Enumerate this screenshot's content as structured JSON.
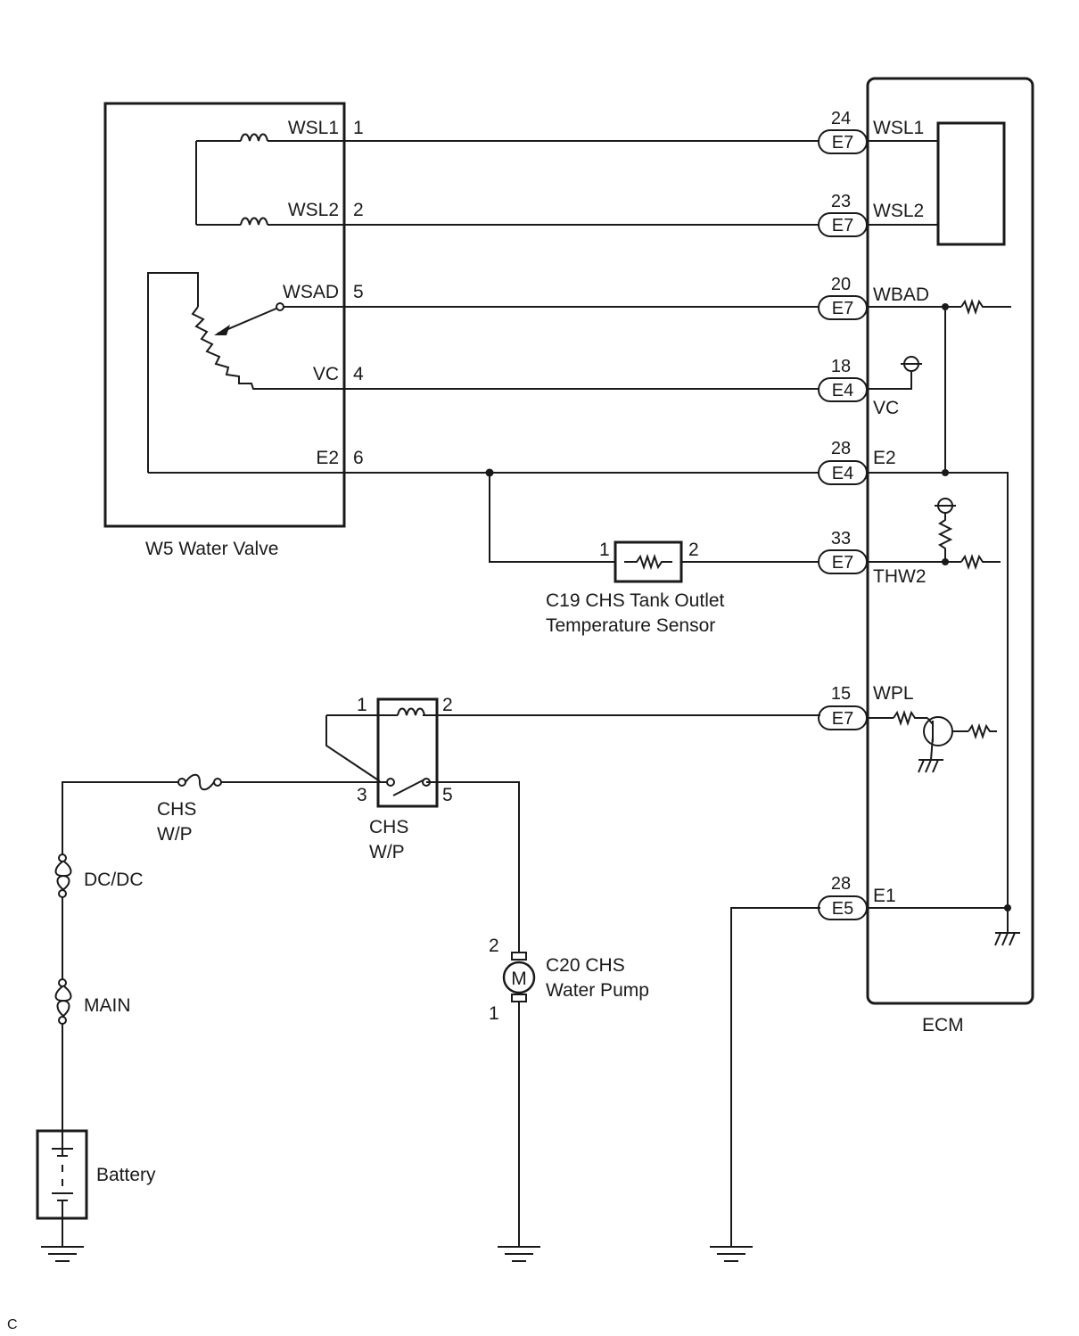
{
  "components": {
    "water_valve": "W5 Water Valve",
    "ecm": "ECM",
    "tank_sensor_line1": "C19 CHS Tank Outlet",
    "tank_sensor_line2": "Temperature Sensor",
    "relay_line1": "CHS",
    "relay_line2": "W/P",
    "fuse_line1": "CHS",
    "fuse_line2": "W/P",
    "fusible_dcdc": "DC/DC",
    "fusible_main": "MAIN",
    "battery": "Battery",
    "pump_line1": "C20 CHS",
    "pump_line2": "Water Pump",
    "motor_symbol": "M"
  },
  "valve_terminals": [
    {
      "name": "WSL1",
      "pin": "1"
    },
    {
      "name": "WSL2",
      "pin": "2"
    },
    {
      "name": "WSAD",
      "pin": "5"
    },
    {
      "name": "VC",
      "pin": "4"
    },
    {
      "name": "E2",
      "pin": "6"
    }
  ],
  "ecm_terminals": [
    {
      "name": "WSL1",
      "pin": "24",
      "connector": "E7"
    },
    {
      "name": "WSL2",
      "pin": "23",
      "connector": "E7"
    },
    {
      "name": "WBAD",
      "pin": "20",
      "connector": "E7"
    },
    {
      "name": "VC",
      "pin": "18",
      "connector": "E4"
    },
    {
      "name": "E2",
      "pin": "28",
      "connector": "E4"
    },
    {
      "name": "THW2",
      "pin": "33",
      "connector": "E7"
    },
    {
      "name": "WPL",
      "pin": "15",
      "connector": "E7"
    },
    {
      "name": "E1",
      "pin": "28",
      "connector": "E5"
    }
  ],
  "sensor_pins": [
    "1",
    "2"
  ],
  "relay_pins": [
    "1",
    "2",
    "3",
    "5"
  ],
  "pump_pins": [
    "2",
    "1"
  ],
  "corner_mark": "C"
}
